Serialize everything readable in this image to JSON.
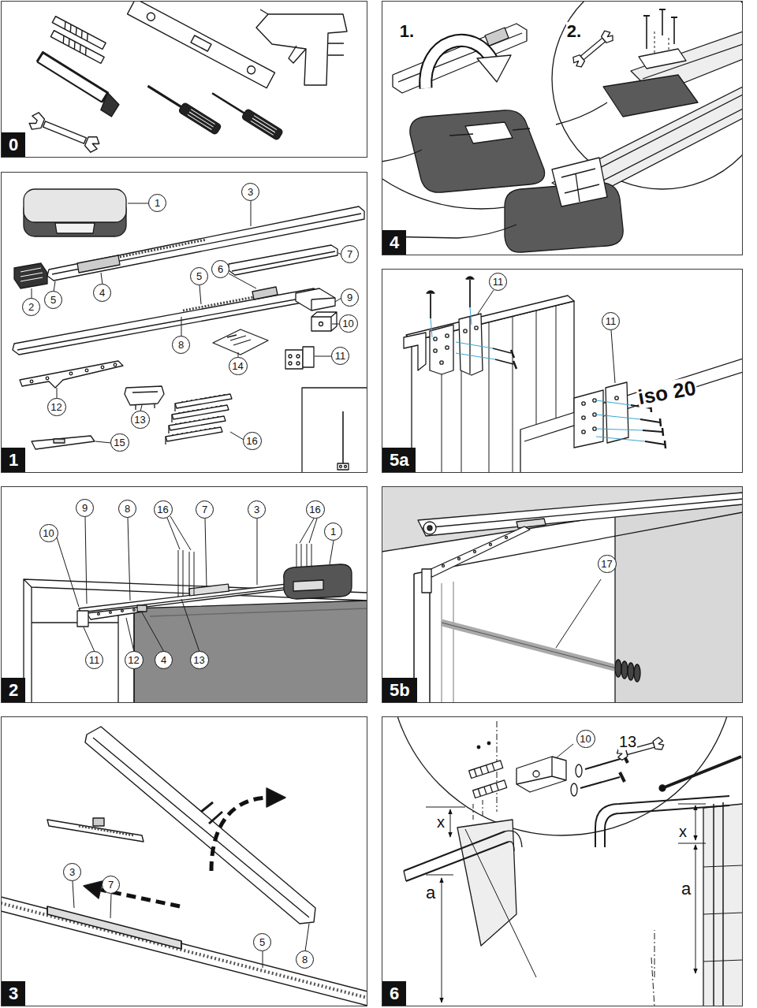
{
  "diagram": {
    "nodes": [
      {
        "text": [
          "0"
        ]
      },
      {
        "text": [
          "4"
        ]
      },
      {
        "text": [
          "1"
        ]
      },
      {
        "text": [
          "1"
        ],
        "in": 2
      },
      {
        "text": [
          "3"
        ],
        "in": 2
      },
      {
        "text": [
          "7"
        ],
        "in": 2
      },
      {
        "text": [
          "6"
        ],
        "in": 2
      },
      {
        "text": [
          "5"
        ],
        "in": 2
      },
      {
        "text": [
          "9"
        ],
        "in": 2
      },
      {
        "text": [
          "2"
        ],
        "in": 2
      },
      {
        "text": [
          "5"
        ],
        "in": 2
      },
      {
        "text": [
          "4"
        ],
        "in": 2
      },
      {
        "text": [
          "10"
        ],
        "in": 2
      },
      {
        "text": [
          "8"
        ],
        "in": 2
      },
      {
        "text": [
          "14"
        ],
        "in": 2
      },
      {
        "text": [
          "11"
        ],
        "in": 2
      },
      {
        "text": [
          "12"
        ],
        "in": 2
      },
      {
        "text": [
          "13"
        ],
        "in": 2
      },
      {
        "text": [
          "15"
        ],
        "in": 2
      },
      {
        "text": [
          "16"
        ],
        "in": 2
      },
      {
        "text": [
          "5a"
        ]
      },
      {
        "text": [
          "11"
        ],
        "in": 20
      },
      {
        "text": [
          "11"
        ],
        "in": 20
      },
      {
        "text": [
          "2"
        ]
      },
      {
        "text": [
          "9"
        ],
        "in": 23
      },
      {
        "text": [
          "8"
        ],
        "in": 23
      },
      {
        "text": [
          "16"
        ],
        "in": 23
      },
      {
        "text": [
          "7"
        ],
        "in": 23
      },
      {
        "text": [
          "3"
        ],
        "in": 23
      },
      {
        "text": [
          "16"
        ],
        "in": 23
      },
      {
        "text": [
          "10"
        ],
        "in": 23
      },
      {
        "text": [
          "1"
        ],
        "in": 23
      },
      {
        "text": [
          "11"
        ],
        "in": 23
      },
      {
        "text": [
          "12"
        ],
        "in": 23
      },
      {
        "text": [
          "4"
        ],
        "in": 23
      },
      {
        "text": [
          "13"
        ],
        "in": 23
      },
      {
        "text": [
          "5b"
        ]
      },
      {
        "text": [
          "17"
        ],
        "in": 36
      },
      {
        "text": [
          "3"
        ]
      },
      {
        "text": [
          "3"
        ],
        "in": 38
      },
      {
        "text": [
          "7"
        ],
        "in": 38
      },
      {
        "text": [
          "5"
        ],
        "in": 38
      },
      {
        "text": [
          "8"
        ],
        "in": 38
      },
      {
        "text": [
          "6"
        ]
      },
      {
        "text": [
          "10"
        ],
        "in": 43
      }
    ],
    "labels": [
      "1.",
      "2.",
      "iso 20",
      "13",
      "x",
      "a",
      "x",
      "a"
    ]
  }
}
